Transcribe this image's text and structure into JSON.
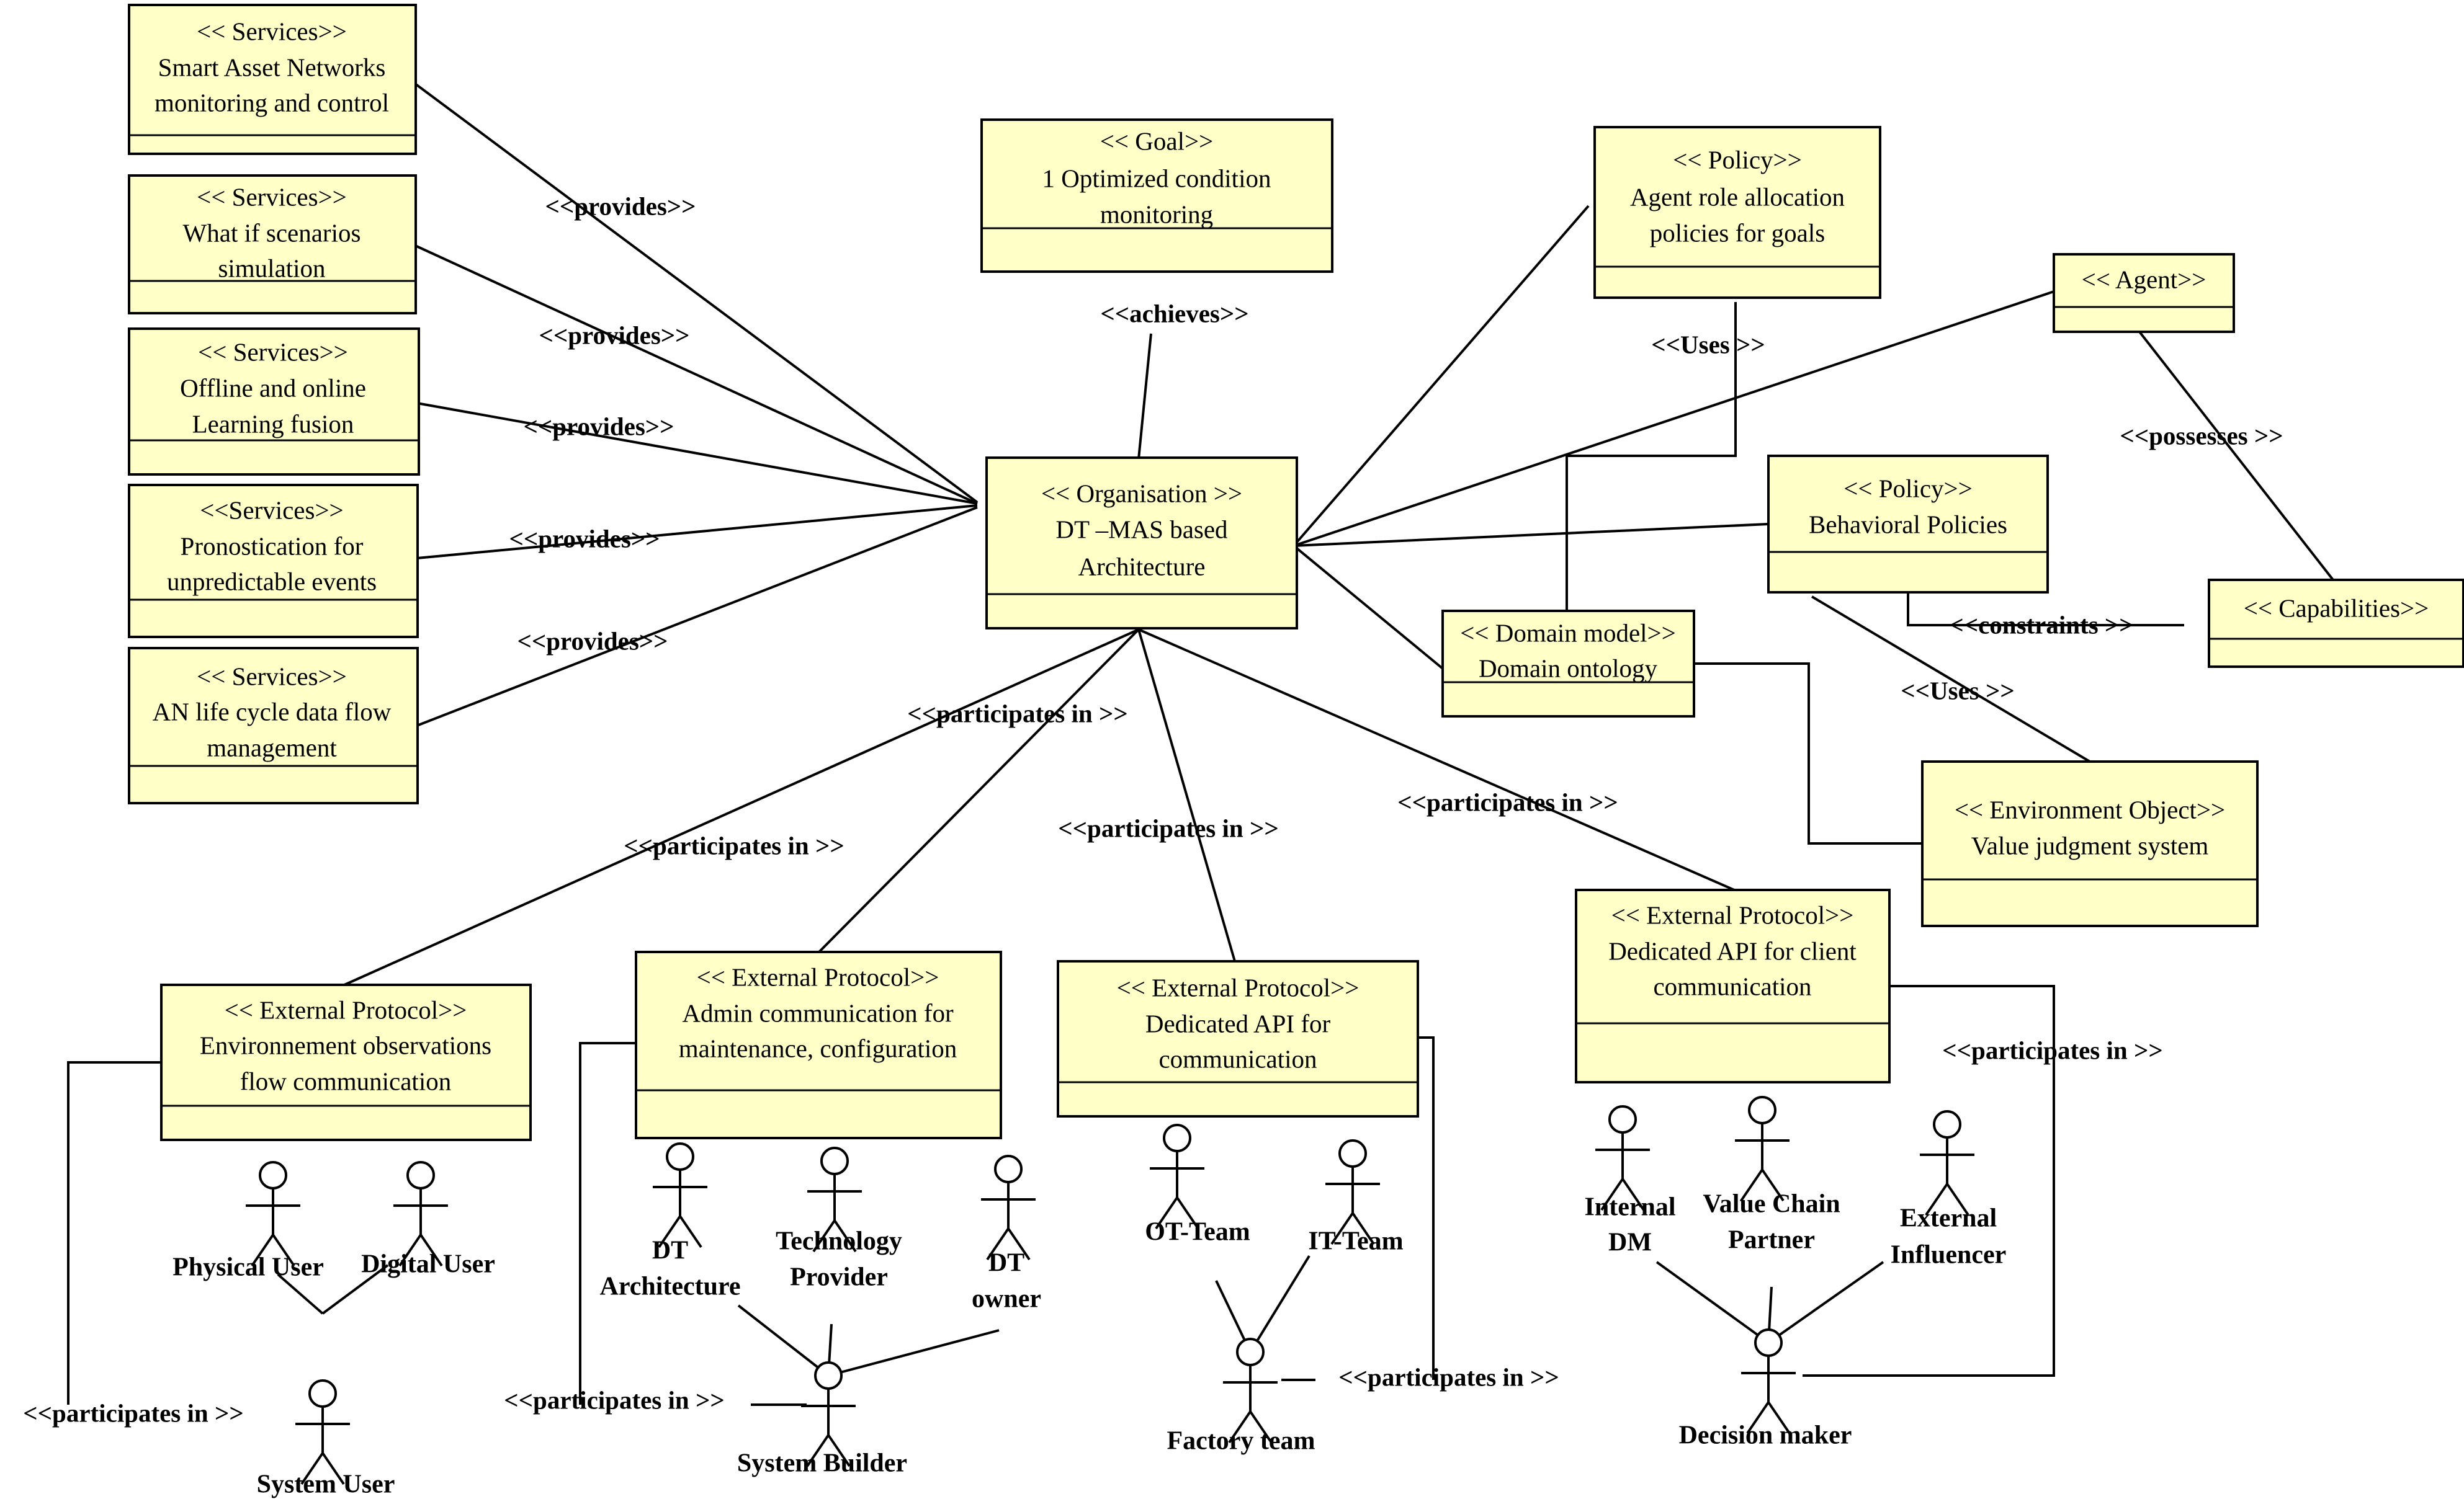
{
  "boxes": {
    "svc_smart_asset": [
      "<< Services>>",
      "Smart Asset Networks",
      "monitoring and control"
    ],
    "svc_what_if": [
      "<< Services>>",
      "What if scenarios",
      "simulation"
    ],
    "svc_learning": [
      "<< Services>>",
      "Offline and online",
      "Learning fusion"
    ],
    "svc_pronostication": [
      "<<Services>>",
      "Pronostication for",
      "unpredictable events"
    ],
    "svc_lifecycle": [
      "<< Services>>",
      "AN life cycle data flow",
      "management"
    ],
    "goal": [
      "<< Goal>>",
      "1 Optimized condition",
      "monitoring"
    ],
    "organisation": [
      "<< Organisation >>",
      "DT –MAS based",
      "Architecture"
    ],
    "policy_agent_role": [
      "<< Policy>>",
      "Agent role allocation",
      "policies for goals"
    ],
    "agent": [
      "<<  Agent>>"
    ],
    "policy_behavioral": [
      "<<  Policy>>",
      "Behavioral Policies"
    ],
    "domain_model": [
      "<< Domain model>>",
      "Domain  ontology"
    ],
    "capabilities": [
      "<<  Capabilities>>"
    ],
    "environment_object": [
      "<< Environment Object>>",
      "Value judgment system"
    ],
    "ext_env_obs": [
      "<< External Protocol>>",
      "Environnement observations",
      "flow communication"
    ],
    "ext_admin": [
      "<< External Protocol>>",
      "Admin communication for",
      "maintenance, configuration"
    ],
    "ext_dedicated_api": [
      "<< External Protocol>>",
      "Dedicated API for",
      "communication"
    ],
    "ext_client_api": [
      "<< External Protocol>>",
      "Dedicated API for  client",
      "communication"
    ]
  },
  "edge_labels": {
    "provides_1": "<<provides>>",
    "provides_2": "<<provides>>",
    "provides_3": "<<provides>>",
    "provides_4": "<<provides>>",
    "provides_5": "<<provides>>",
    "achieves": "<<achieves>>",
    "uses_1": "<<Uses >>",
    "uses_2": "<<Uses >>",
    "possesses": "<<possesses >>",
    "constraints": "<<constraints  >>",
    "participates_org_1": "<<participates in >>",
    "participates_org_2": "<<participates in >>",
    "participates_org_3": "<<participates in >>",
    "participates_org_4": "<<participates in >>",
    "participates_client": "<<participates in >>",
    "participates_system_user": "<<participates in >>",
    "participates_system_builder": "<<participates in >>",
    "participates_factory": "<<participates in >>"
  },
  "actors": {
    "physical_user": [
      "Physical User"
    ],
    "digital_user": [
      "Digital User"
    ],
    "system_user": [
      "System User"
    ],
    "dt_architecture": [
      "DT",
      "Architecture"
    ],
    "technology_provider": [
      "Technology",
      "Provider"
    ],
    "dt_owner": [
      "DT",
      "owner"
    ],
    "system_builder": [
      "System Builder"
    ],
    "ot_team": [
      "OT-Team"
    ],
    "it_team": [
      "IT-Team"
    ],
    "factory_team": [
      "Factory team"
    ],
    "internal_dm": [
      "Internal",
      "DM"
    ],
    "value_chain_partner": [
      "Value Chain",
      "Partner"
    ],
    "external_influencer": [
      "External",
      "Influencer"
    ],
    "decision_maker": [
      "Decision maker"
    ]
  },
  "colors": {
    "box_fill": "#ffffc8",
    "line": "#000000"
  }
}
